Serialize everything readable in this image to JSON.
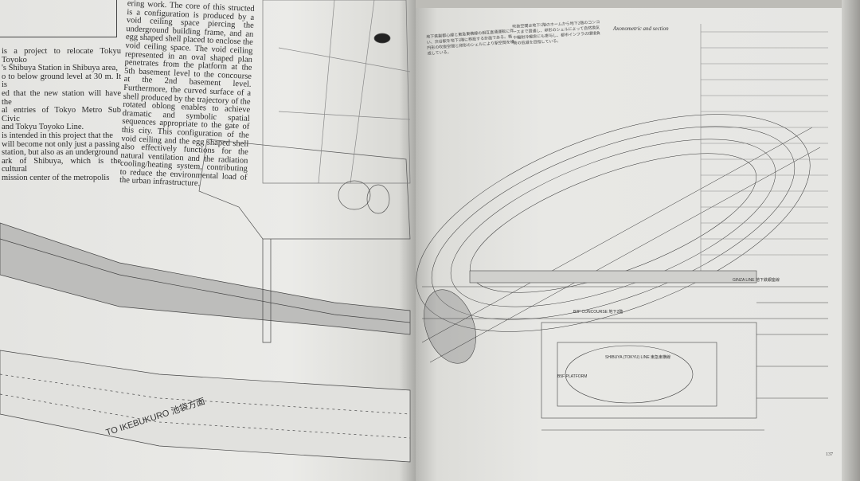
{
  "left_page": {
    "column_a": "is a project to relocate Tokyu Toyoko\n's Shibuya Station in Shibuya area,\no to below ground level at 30 m. It is\ned that the new station will have the\nal entries of Tokyo Metro Sub Civic\nand Tokyu Toyoko Line.\n is intended in this project that the\n will become not only just a passing\nstation, but also as an underground\nark of Shibuya, which is the cultural\nmission center of the metropolis",
    "column_b": "ering work. The core of this structed is a configuration is produced by a void ceiling space piercing the underground building frame, and an egg shaped shell placed to enclose the void ceiling space. The void ceiling represented in an oval shaped plan penetrates from the platform at the 5th basement level to the concourse at the 2nd basement level. Furthermore, the curved surface of a shell produced by the trajectory of the rotated oblong enables to achieve dramatic and symbolic spatial sequences appropriate to the gate of this city. This configuration of the void ceiling and the egg shaped shell also effectively functions for the natural ventilation and the radiation cooling/heating system, contributing to reduce the environmental load of the urban infrastructure.",
    "plan_label": "TO IKEBUKURO 池袋方面"
  },
  "right_page": {
    "jp_col_1": "地下鉄副都心線と東急東横線の相互直通運転に伴い、渋谷駅を地下5階に移設する計画である。楕円形の吹抜空間と卵形のシェルにより駅空間を構成している。",
    "jp_col_2": "吹抜空間は地下5階のホームから地下2階のコンコースまで貫通し、卵形のシェルによって自然換気や輻射冷暖房にも寄与し、都市インフラの環境負荷の低減を目指している。",
    "caption": "Axonometric and section",
    "labels": {
      "ginza": "GINZA LINE 地下鉄銀座線",
      "concourse": "B2F CONCOURSE 地下2階",
      "shibuya": "SHIBUYA (TOKYU) LINE 東急東横線",
      "platform": "B5F PLATFORM"
    },
    "page_number": "137"
  }
}
